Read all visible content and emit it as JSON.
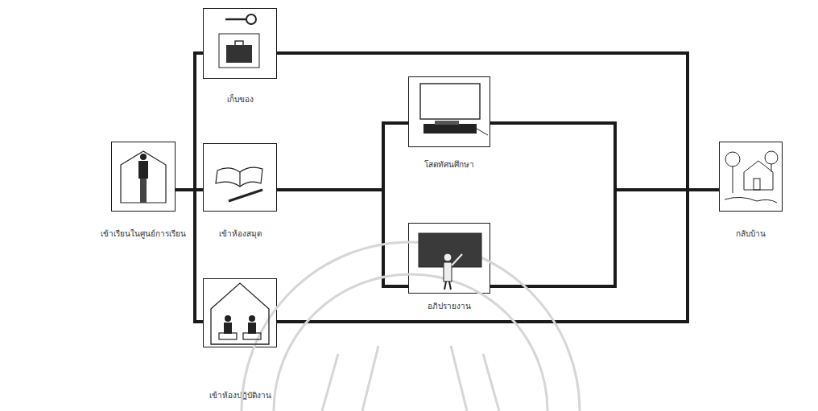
{
  "diagram": {
    "nodes": [
      {
        "text": [
          "เข้าเรียนในศูนย์การเรียน"
        ]
      },
      {
        "text": [
          "เก็บของ"
        ]
      },
      {
        "text": [
          "เข้าห้องสมุด"
        ]
      },
      {
        "text": [
          "เข้าห้องปฏิบัติงาน"
        ]
      },
      {
        "text": [
          "โสตทัศนศึกษา"
        ]
      },
      {
        "text": [
          "อภิปรายงาน"
        ]
      },
      {
        "text": [
          "กลับบ้าน"
        ]
      }
    ],
    "edges": [
      {
        "from": 0,
        "to": 1,
        "arrow": "none"
      },
      {
        "from": 0,
        "to": 2,
        "arrow": "none"
      },
      {
        "from": 0,
        "to": 3,
        "arrow": "none"
      },
      {
        "from": 2,
        "to": 4,
        "arrow": "none"
      },
      {
        "from": 2,
        "to": 5,
        "arrow": "none"
      },
      {
        "from": 1,
        "to": 6,
        "arrow": "none"
      },
      {
        "from": 4,
        "to": 6,
        "arrow": "none"
      },
      {
        "from": 5,
        "to": 6,
        "arrow": "none"
      },
      {
        "from": 3,
        "to": 6,
        "arrow": "none"
      }
    ]
  }
}
